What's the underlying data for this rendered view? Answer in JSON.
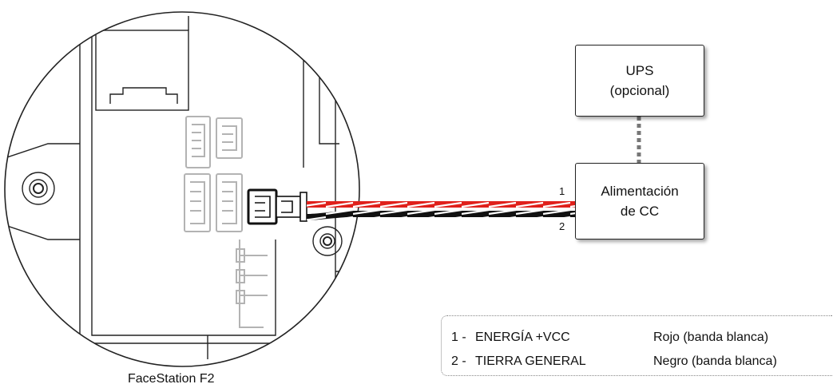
{
  "device_label": "FaceStation F2",
  "ups_box": {
    "line1": "UPS",
    "line2": "(opcional)"
  },
  "power_box": {
    "line1": "Alimentación",
    "line2": "de CC"
  },
  "wire_numbers": {
    "wire1": "1",
    "wire2": "2"
  },
  "legend": [
    {
      "num": "1 -",
      "signal": "ENERGÍA +VCC",
      "color": "Rojo (banda blanca)"
    },
    {
      "num": "2 -",
      "signal": "TIERRA GENERAL",
      "color": "Negro (banda blanca)"
    }
  ],
  "colors": {
    "wire1": "#e0201b",
    "wire2": "#111111",
    "stripe": "#ffffff",
    "connector_gray": "#b3b3b3",
    "outline": "#222222"
  },
  "icons": [
    "facestation-device-illustration",
    "connector-plug-icon",
    "dotted-link"
  ]
}
